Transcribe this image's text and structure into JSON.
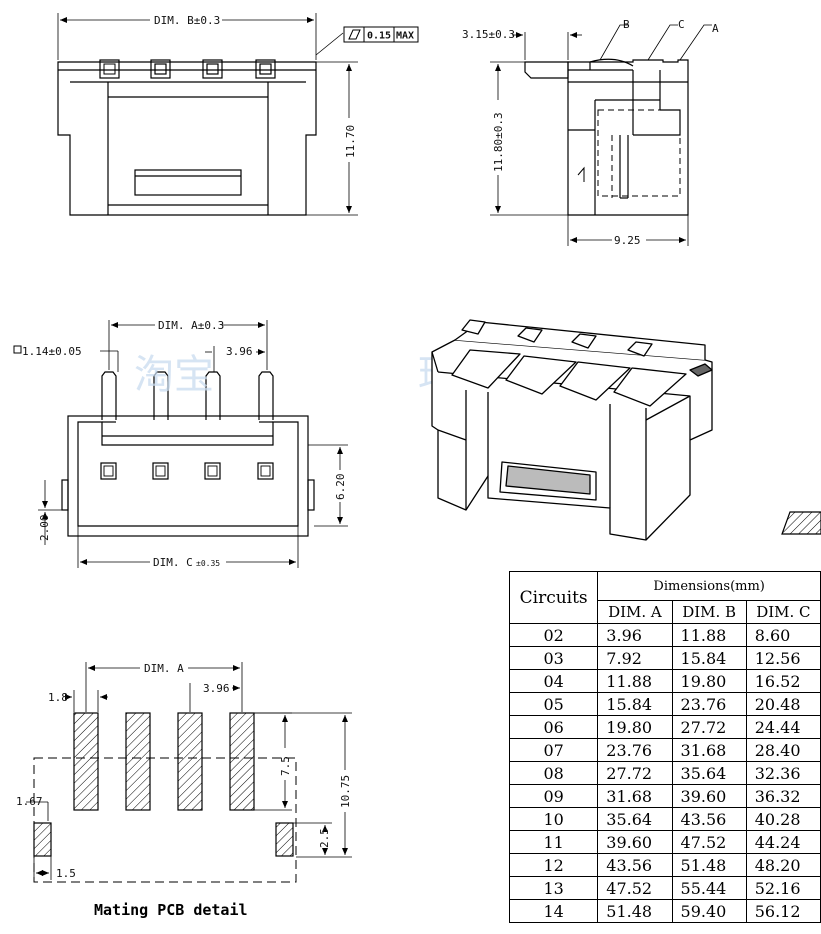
{
  "top_view": {
    "dim_b": "DIM. B±0.3",
    "flatness_value": "0.15",
    "flatness_max": "MAX",
    "height": "11.70"
  },
  "side_view": {
    "label_b": "B",
    "label_c": "C",
    "label_a": "A",
    "offset": "3.15±0.3",
    "height": "11.80±0.3",
    "width": "9.25"
  },
  "front_view": {
    "dim_a": "DIM. A±0.3",
    "pin_square": "1.14±0.05",
    "pitch": "3.96",
    "height": "6.20",
    "peg": "2.00",
    "dim_c": "DIM. C",
    "dim_c_tol": "±0.35"
  },
  "watermark": {
    "part1": "淘宝",
    "part2": "琪"
  },
  "pcb_view": {
    "dim_a": "DIM. A",
    "pad_width": "1.8",
    "pitch": "3.96",
    "pad_len": "7.5",
    "total": "10.75",
    "peg_w": "1.67",
    "peg_h": "2.5",
    "peg_off": "1.5",
    "caption": "Mating PCB detail"
  },
  "table": {
    "circuits_header": "Circuits",
    "dimensions_header": "Dimensions(mm)",
    "col_a": "DIM. A",
    "col_b": "DIM. B",
    "col_c": "DIM. C",
    "rows": [
      {
        "circuits": "02",
        "a": "3.96",
        "b": "11.88",
        "c": "8.60"
      },
      {
        "circuits": "03",
        "a": "7.92",
        "b": "15.84",
        "c": "12.56"
      },
      {
        "circuits": "04",
        "a": "11.88",
        "b": "19.80",
        "c": "16.52"
      },
      {
        "circuits": "05",
        "a": "15.84",
        "b": "23.76",
        "c": "20.48"
      },
      {
        "circuits": "06",
        "a": "19.80",
        "b": "27.72",
        "c": "24.44"
      },
      {
        "circuits": "07",
        "a": "23.76",
        "b": "31.68",
        "c": "28.40"
      },
      {
        "circuits": "08",
        "a": "27.72",
        "b": "35.64",
        "c": "32.36"
      },
      {
        "circuits": "09",
        "a": "31.68",
        "b": "39.60",
        "c": "36.32"
      },
      {
        "circuits": "10",
        "a": "35.64",
        "b": "43.56",
        "c": "40.28"
      },
      {
        "circuits": "11",
        "a": "39.60",
        "b": "47.52",
        "c": "44.24"
      },
      {
        "circuits": "12",
        "a": "43.56",
        "b": "51.48",
        "c": "48.20"
      },
      {
        "circuits": "13",
        "a": "47.52",
        "b": "55.44",
        "c": "52.16"
      },
      {
        "circuits": "14",
        "a": "51.48",
        "b": "59.40",
        "c": "56.12"
      }
    ]
  }
}
